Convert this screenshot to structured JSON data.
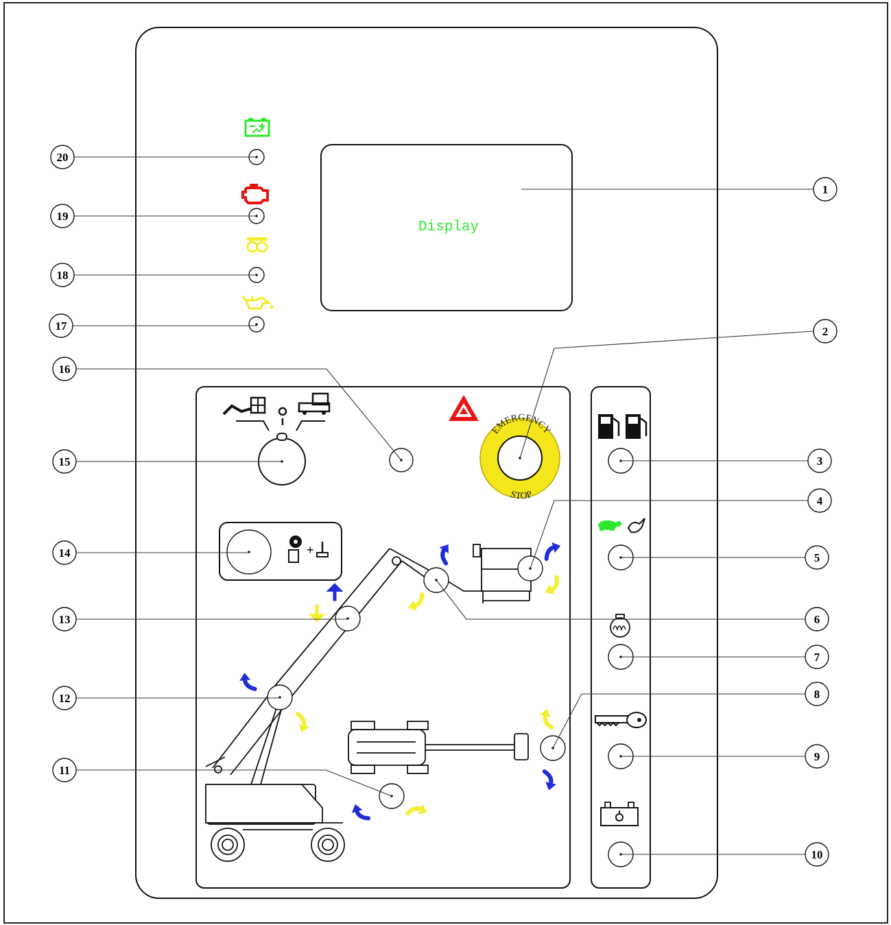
{
  "display": {
    "label": "Display"
  },
  "emergency_stop": {
    "top_text": "EMERGENCY",
    "bottom_text": "STOP",
    "ring_color": "#f5e51b"
  },
  "colors": {
    "green": "#2ee82e",
    "red": "#e81414",
    "yellow": "#f2ec2a",
    "blue": "#1f2ed8",
    "arrow_yellow": "#f5ef33"
  },
  "callouts": [
    "1",
    "2",
    "3",
    "4",
    "5",
    "6",
    "7",
    "8",
    "9",
    "10",
    "11",
    "12",
    "13",
    "14",
    "15",
    "16",
    "17",
    "18",
    "19",
    "20"
  ],
  "indicator_icons": [
    {
      "id": "20",
      "icon": "battery-charge-icon",
      "color": "green"
    },
    {
      "id": "19",
      "icon": "engine-check-icon",
      "color": "red"
    },
    {
      "id": "18",
      "icon": "glow-plug-icon",
      "color": "yellow"
    },
    {
      "id": "17",
      "icon": "oil-pressure-icon",
      "color": "yellow"
    }
  ],
  "side_panel_icons": [
    "fuel-select-icon",
    "turtle-rabbit-speed-icon",
    "glow-plug-icon",
    "key-icon",
    "battery-icon"
  ]
}
